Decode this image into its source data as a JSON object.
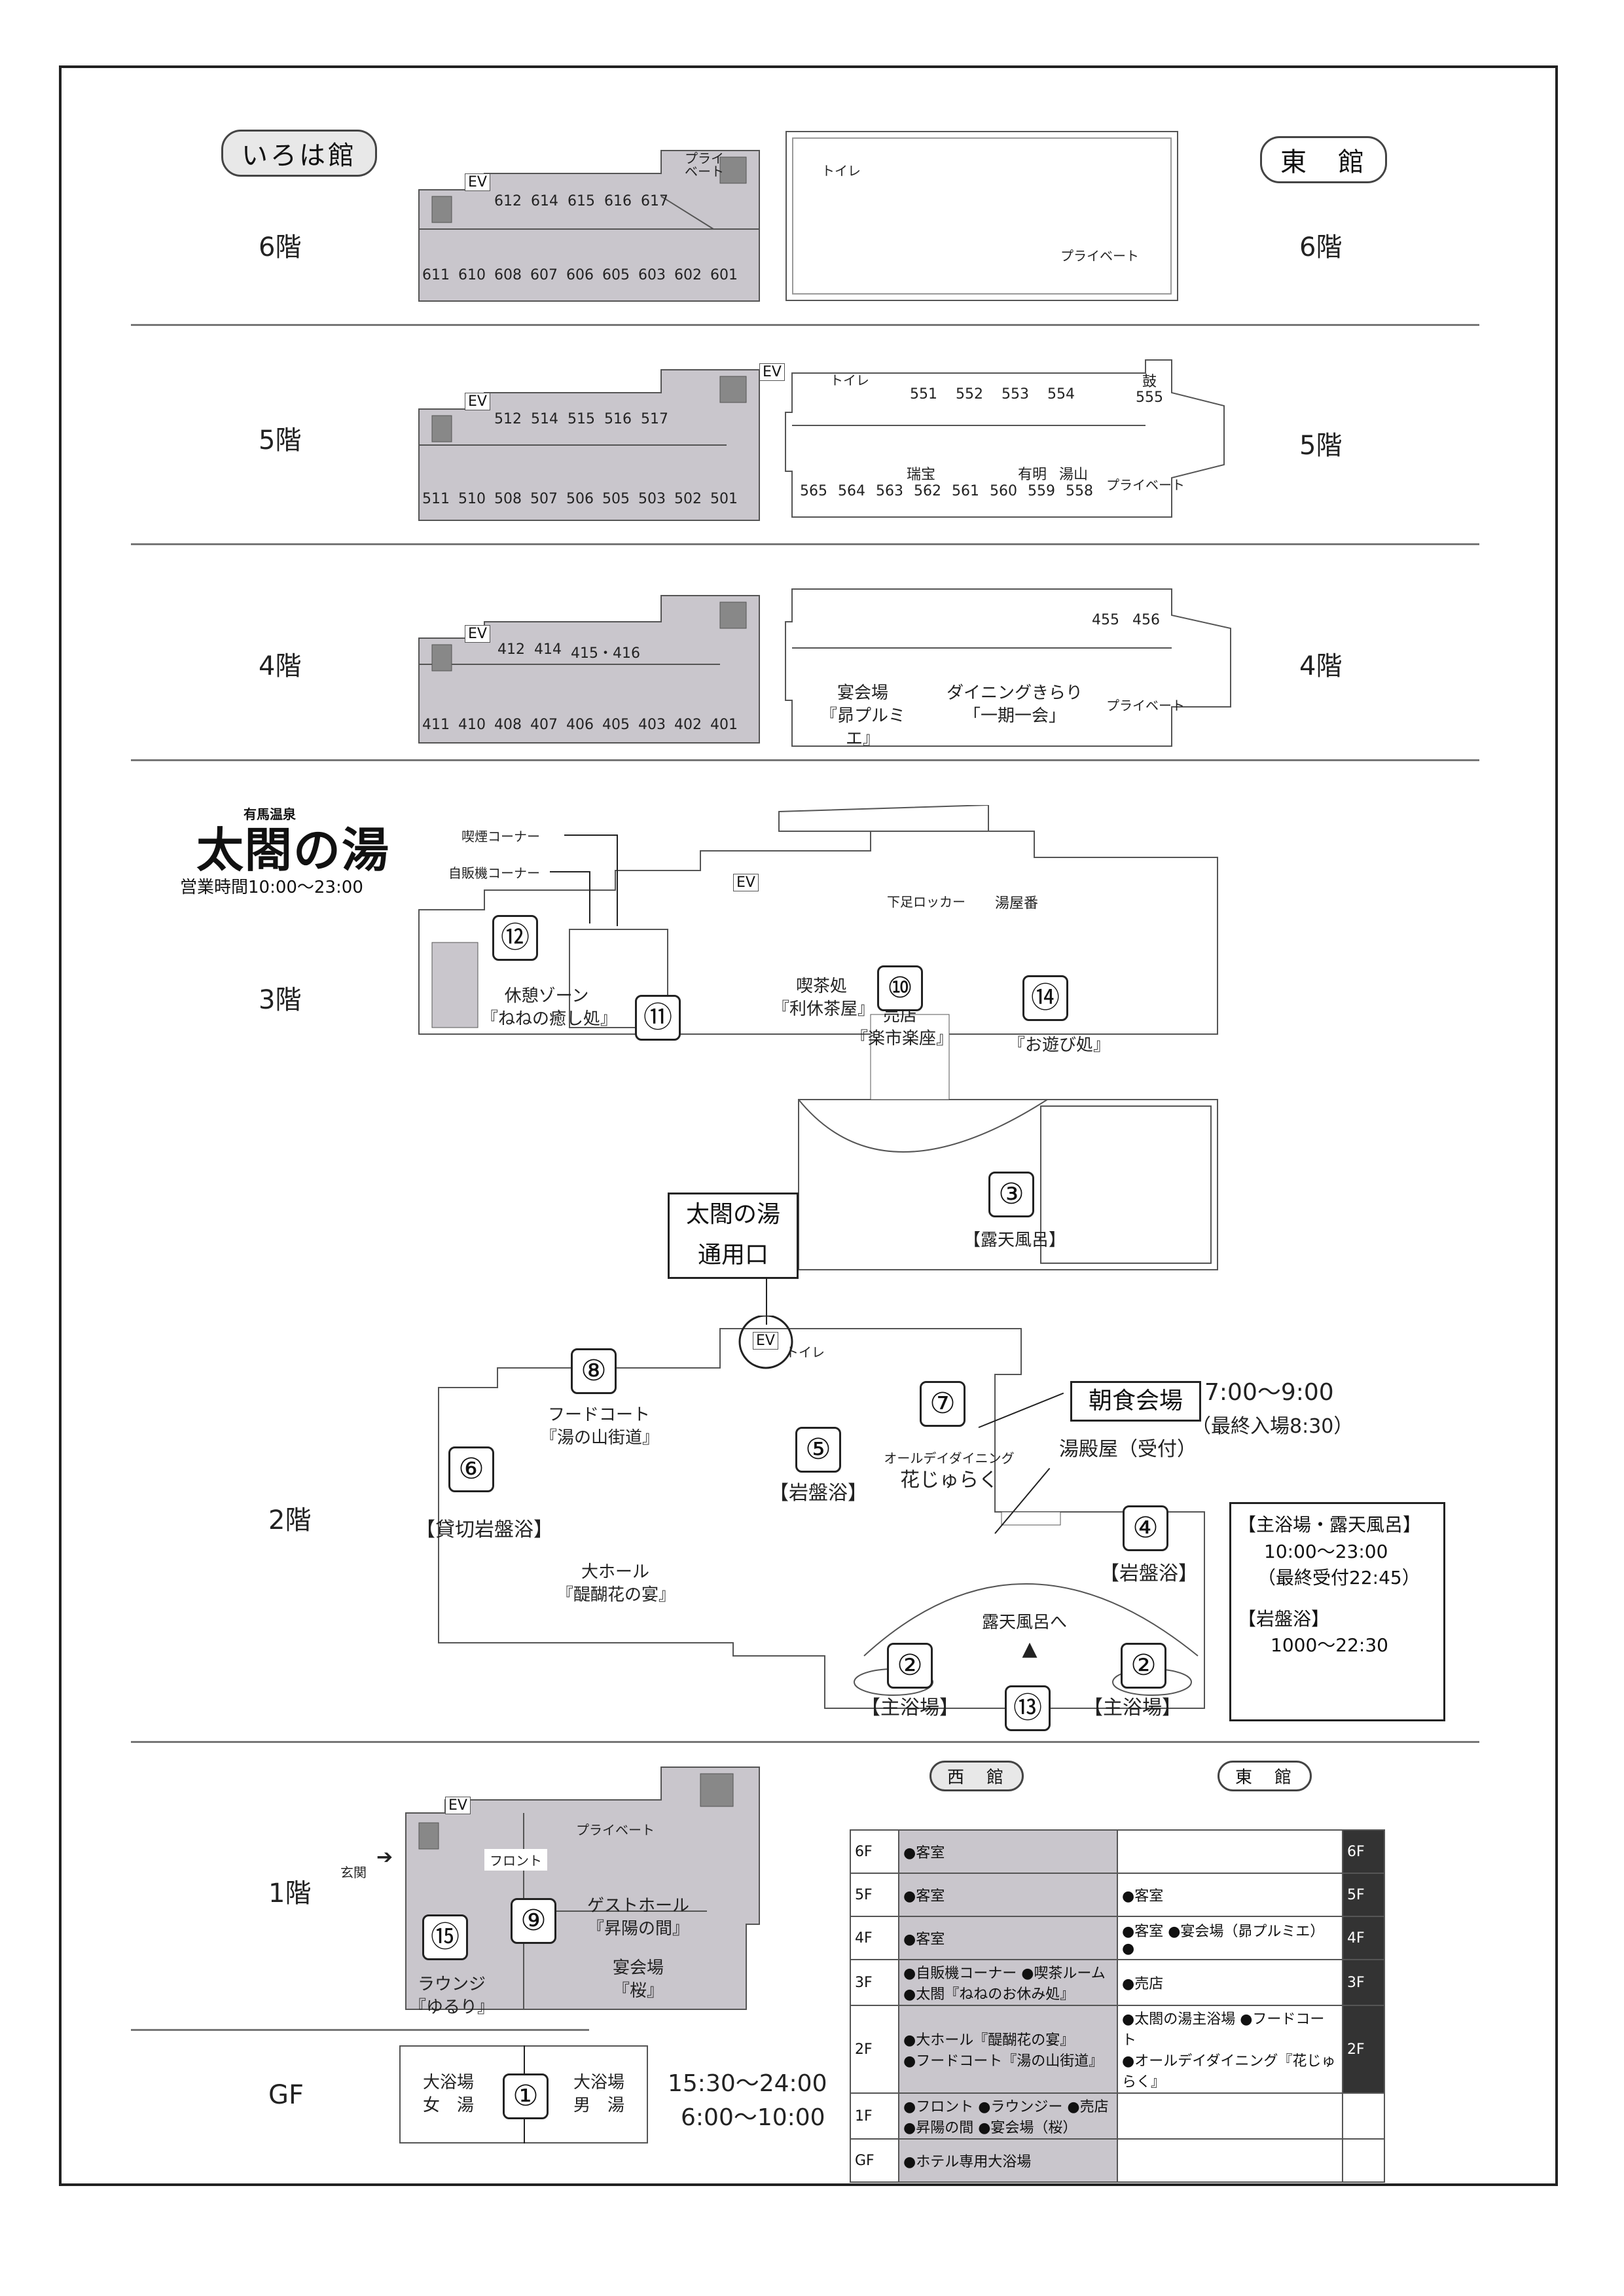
{
  "headers": {
    "iroha": "いろは館",
    "east": "東　館"
  },
  "floors": {
    "f6": "6階",
    "f5": "5階",
    "f4": "4階",
    "f3": "3階",
    "f2": "2階",
    "f1": "1階",
    "gf": "GF"
  },
  "rooms6": {
    "top": [
      "612",
      "614",
      "615",
      "616",
      "617"
    ],
    "bottom": [
      "611",
      "610",
      "608",
      "607",
      "606",
      "605",
      "603",
      "602",
      "601"
    ],
    "private": "プライベート"
  },
  "rooms5": {
    "top": [
      "512",
      "514",
      "515",
      "516",
      "517"
    ],
    "bottom": [
      "511",
      "510",
      "508",
      "507",
      "506",
      "505",
      "503",
      "502",
      "501"
    ],
    "east_top": [
      "551",
      "552",
      "553",
      "554"
    ],
    "east_555": "555",
    "east_drum": "鼓",
    "east_bottom": [
      "565",
      "564",
      "563",
      "562",
      "561",
      "560",
      "559",
      "558"
    ],
    "zuiho": "瑞宝",
    "ariake": "有明",
    "yuyama": "湯山"
  },
  "rooms4": {
    "top": [
      "412",
      "414",
      "415・416"
    ],
    "bottom": [
      "411",
      "410",
      "408",
      "407",
      "406",
      "405",
      "403",
      "402",
      "401"
    ],
    "east_top": [
      "455",
      "456"
    ],
    "banquet": "宴会場",
    "banquet_name": "『昴プルミエ』",
    "dining": "ダイニングきらり",
    "dining_name": "「一期一会」"
  },
  "common": {
    "ev": "EV",
    "toilet": "トイレ",
    "private": "プライベート"
  },
  "taiko": {
    "logo_small": "有馬温泉",
    "logo": "太閤の湯",
    "hours": "営業時間10:00～23:00",
    "smoking": "喫煙コーナー",
    "vending": "自販機コーナー",
    "shoes": "下足ロッカー",
    "yuyaban": "湯屋番",
    "rest": "休憩ゾーン",
    "rest_name": "『ねねの癒し処』",
    "cafe": "喫茶処",
    "cafe_name": "『利休茶屋』",
    "shop": "売店",
    "shop_name": "『楽市楽座』",
    "play": "『お遊び処』",
    "outdoor": "【露天風呂】",
    "gate_line1": "太閤の湯",
    "gate_line2": "通用口"
  },
  "floor2": {
    "foodcourt": "フードコート",
    "foodcourt_name": "『湯の山街道』",
    "private_bath": "【貸切岩盤浴】",
    "hall": "大ホール",
    "hall_name": "『醍醐花の宴』",
    "ganban": "【岩盤浴】",
    "ganban2": "【岩盤浴】",
    "allday": "オールデイダイニング",
    "hanajuraku": "花じゅらく",
    "breakfast": "朝食会場",
    "breakfast_hours": "7:00～9:00",
    "breakfast_last": "（最終入場8:30）",
    "reception": "湯殿屋（受付）",
    "to_outdoor": "露天風呂へ",
    "main_bath_l": "【主浴場】",
    "main_bath_r": "【主浴場】",
    "info_title": "【主浴場・露天風呂】",
    "info_hours": "10:00～23:00",
    "info_last": "（最終受付22:45）",
    "info_ganban": "【岩盤浴】",
    "info_ganban_hours": "1000～22:30"
  },
  "floor1": {
    "entrance": "玄関",
    "front": "フロント",
    "guest_hall": "ゲストホール",
    "guest_hall_name": "『昇陽の間』",
    "banquet": "宴会場",
    "banquet_name": "『桜』",
    "lounge": "ラウンジ",
    "lounge_name": "『ゆるり』",
    "private": "プライベート"
  },
  "gf": {
    "women_1": "大浴場",
    "women_2": "女　湯",
    "men_1": "大浴場",
    "men_2": "男　湯",
    "hours1": "15:30～24:00",
    "hours2": "6:00～10:00"
  },
  "badges": {
    "b1": "①",
    "b2l": "②",
    "b2r": "②",
    "b3": "③",
    "b4": "④",
    "b5": "⑤",
    "b6": "⑥",
    "b7": "⑦",
    "b8": "⑧",
    "b9": "⑨",
    "b10": "⑩",
    "b11": "⑪",
    "b12": "⑫",
    "b13": "⑬",
    "b14": "⑭",
    "b15": "⑮"
  },
  "directory": {
    "west": "西　館",
    "east": "東　館",
    "rows": [
      {
        "fl": "6F",
        "west": "●客室",
        "east": "",
        "fr": "6F"
      },
      {
        "fl": "5F",
        "west": "●客室",
        "east": "●客室",
        "fr": "5F"
      },
      {
        "fl": "4F",
        "west": "●客室",
        "east": "●客室 ●宴会場（昴プルミエ）\n●",
        "fr": "4F"
      },
      {
        "fl": "3F",
        "west": "●自販機コーナー ●喫茶ルーム\n●太閤『ねねのお休み処』",
        "east": "●売店",
        "fr": "3F"
      },
      {
        "fl": "2F",
        "west": "●大ホール『醍醐花の宴』\n●フードコート『湯の山街道』",
        "east": "●太閤の湯主浴場 ●フードコート\n●オールデイダイニング『花じゅらく』",
        "fr": "2F"
      },
      {
        "fl": "1F",
        "west": "●フロント ●ラウンジー ●売店\n●昇陽の間 ●宴会場（桜）",
        "east": "",
        "fr": ""
      },
      {
        "fl": "GF",
        "west": "●ホテル専用大浴場",
        "east": "",
        "fr": ""
      }
    ]
  },
  "colors": {
    "gray": "#c9c6cc",
    "line": "#555555",
    "dark": "#333333"
  }
}
